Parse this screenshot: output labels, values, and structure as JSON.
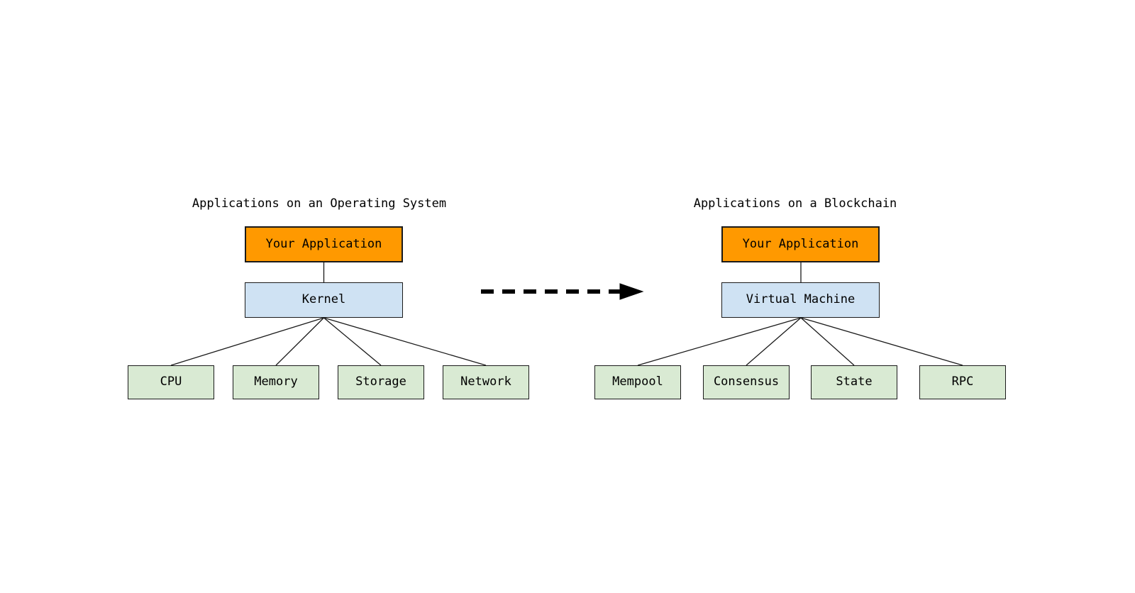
{
  "colors": {
    "background": "#ffffff",
    "text": "#000000",
    "application_fill": "#ff9900",
    "platform_fill": "#cfe2f3",
    "component_fill": "#d9ead3",
    "box_border": "#1a1a1a",
    "connector": "#1a1a1a",
    "arrow": "#000000"
  },
  "left_diagram": {
    "title": "Applications on an Operating System",
    "app_box": "Your Application",
    "platform_box": "Kernel",
    "children": [
      "CPU",
      "Memory",
      "Storage",
      "Network"
    ]
  },
  "right_diagram": {
    "title": "Applications on a Blockchain",
    "app_box": "Your Application",
    "platform_box": "Virtual Machine",
    "children": [
      "Mempool",
      "Consensus",
      "State",
      "RPC"
    ]
  },
  "arrow": {
    "icon": "dashed-right-arrow"
  }
}
